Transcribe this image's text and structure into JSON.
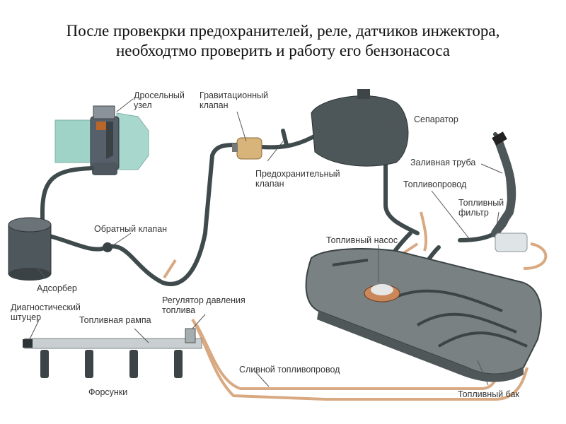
{
  "title": {
    "line1": "После провекрки предохранителей, реле, датчиков инжектора,",
    "line2": "необходтмо проверить и работу его бензонасоса"
  },
  "labels": {
    "throttle_1": "Дросельный",
    "throttle_2": "узел",
    "gravity_valve_1": "Гравитационный",
    "gravity_valve_2": "клапан",
    "safety_valve_1": "Предохранительный",
    "safety_valve_2": "клапан",
    "separator": "Сепаратор",
    "filler_pipe": "Заливная труба",
    "fuel_line": "Топливопровод",
    "fuel_filter_1": "Топливный",
    "fuel_filter_2": "фильтр",
    "fuel_pump": "Топливный насос",
    "check_valve": "Обратный клапан",
    "adsorber": "Адсорбер",
    "diag_fitting_1": "Диагностический",
    "diag_fitting_2": "штуцер",
    "pressure_reg_1": "Регулятор давления",
    "pressure_reg_2": "топлива",
    "fuel_rail": "Топливная рампа",
    "injectors": "Форсунки",
    "return_line": "Сливной топливопровод",
    "fuel_tank": "Топливный бак"
  },
  "colors": {
    "hose": "#3f4a4c",
    "copper": "#d9a982",
    "tank": "#6f7577",
    "throttle_body": "#9fd3c8",
    "brass": "#d8b47a"
  }
}
